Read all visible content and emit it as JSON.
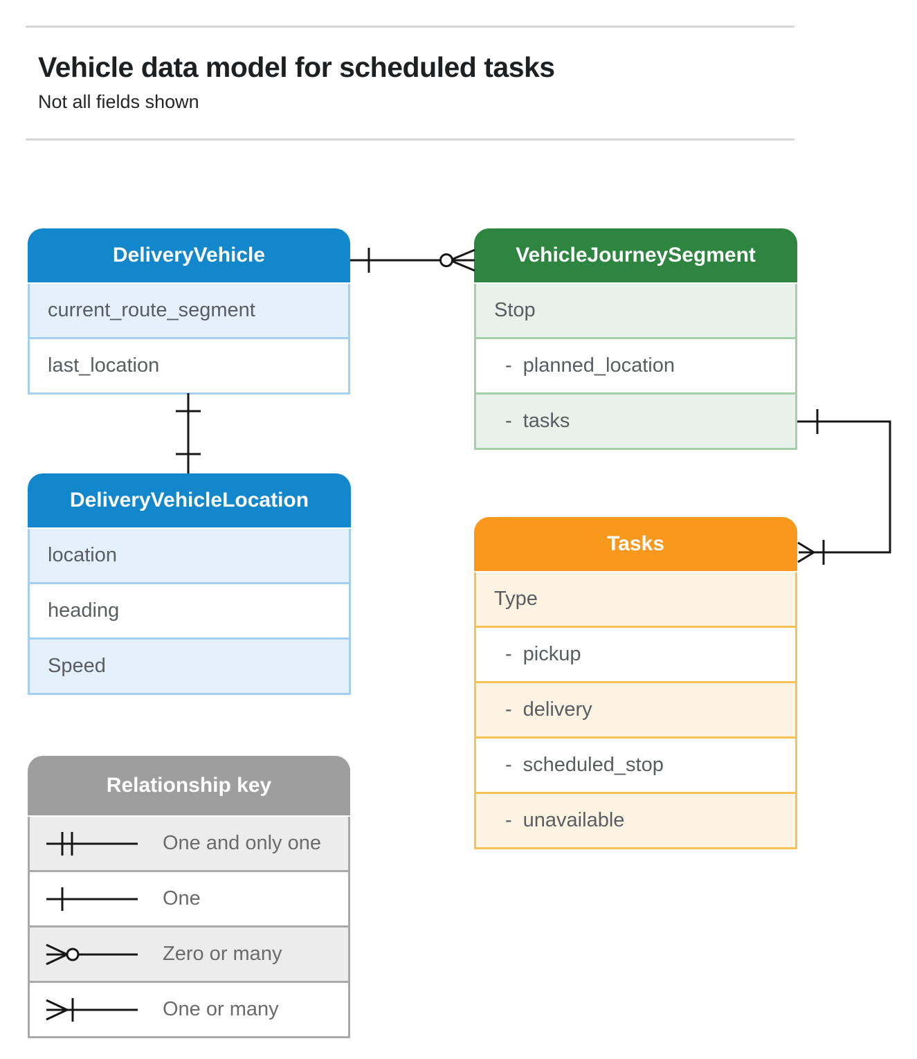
{
  "header": {
    "title": "Vehicle data model for scheduled tasks",
    "subtitle": "Not all fields shown"
  },
  "entities": {
    "delivery_vehicle": {
      "title": "DeliveryVehicle",
      "fields": [
        "current_route_segment",
        "last_location"
      ]
    },
    "vehicle_journey_segment": {
      "title": "VehicleJourneySegment",
      "fields": [
        "Stop",
        "- planned_location",
        "- tasks"
      ]
    },
    "delivery_vehicle_location": {
      "title": "DeliveryVehicleLocation",
      "fields": [
        "location",
        "heading",
        "Speed"
      ]
    },
    "tasks": {
      "title": "Tasks",
      "fields": [
        "Type",
        "- pickup",
        "- delivery",
        "- scheduled_stop",
        "- unavailable"
      ]
    }
  },
  "legend": {
    "title": "Relationship key",
    "items": [
      {
        "symbol": "one-and-only-one-icon",
        "label": "One and only one"
      },
      {
        "symbol": "one-icon",
        "label": "One"
      },
      {
        "symbol": "zero-or-many-icon",
        "label": "Zero or many"
      },
      {
        "symbol": "one-or-many-icon",
        "label": "One or many"
      }
    ]
  },
  "colors": {
    "blue_header": "#1287cb",
    "blue_row": "#e4f0fb",
    "blue_border": "#a5cff2",
    "green_header": "#2e8540",
    "green_row": "#e9f2ea",
    "green_border": "#a3cfa9",
    "orange_header": "#f8991d",
    "orange_row": "#fdf3e2",
    "orange_border": "#f6c254",
    "gray_header": "#9e9e9e",
    "gray_row": "#ececec",
    "gray_border": "#a9a9a9",
    "connector": "#161616"
  }
}
